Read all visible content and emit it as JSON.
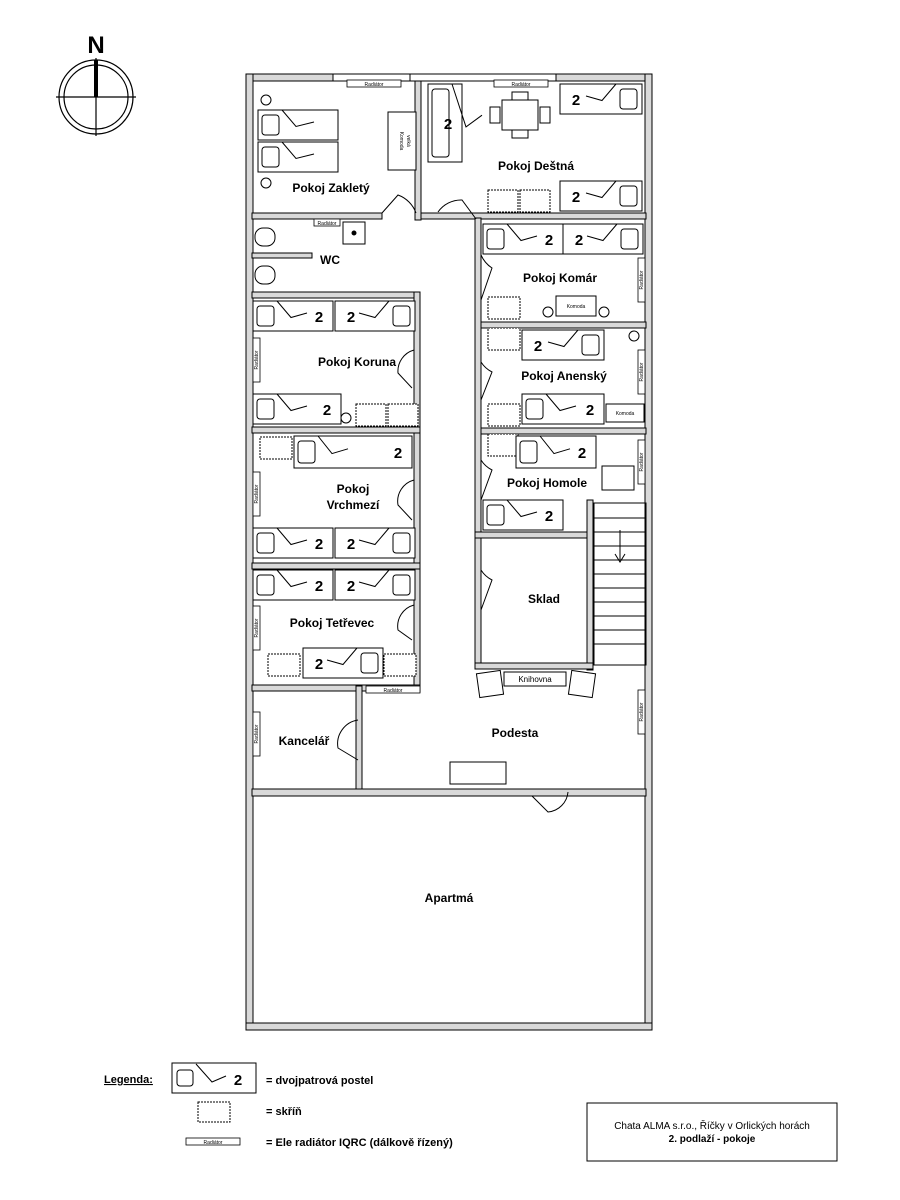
{
  "compass": {
    "north_label": "N"
  },
  "rooms": {
    "zaklety": "Pokoj Zakletý",
    "destna": "Pokoj Deštná",
    "wc": "WC",
    "komar": "Pokoj Komár",
    "koruna": "Pokoj Koruna",
    "anensky": "Pokoj Anenský",
    "vrchmezi_line1": "Pokoj",
    "vrchmezi_line2": "Vrchmezí",
    "homole": "Pokoj Homole",
    "sklad": "Sklad",
    "tetrevec": "Pokoj Tetřevec",
    "kancelar": "Kancelář",
    "podesta": "Podesta",
    "apartma": "Apartmá"
  },
  "furniture": {
    "radiator": "Radiátor",
    "komoda": "Komoda",
    "komoda_velka_line1": "Komoda",
    "komoda_velka_line2": "velká",
    "knihovna": "Knihovna",
    "bunk_count": "2"
  },
  "legend": {
    "heading": "Legenda:",
    "bunk_bed": "= dvojpatrová postel",
    "wardrobe": "= skříň",
    "radiator": "= Ele radiátor IQRC (dálkově řízený)"
  },
  "titleblock": {
    "company": "Chata ALMA s.r.o., Říčky v Orlických horách",
    "floor": "2. podlaží - pokoje"
  }
}
